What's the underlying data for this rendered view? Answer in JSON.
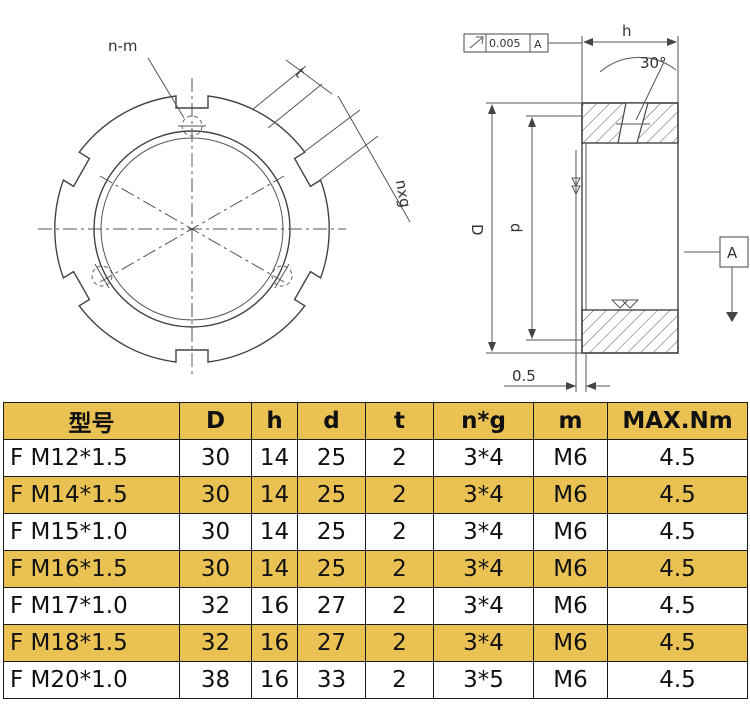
{
  "drawing": {
    "labels": {
      "n_m": "n-m",
      "t": "t",
      "nxg": "nxg",
      "h": "h",
      "angle": "30°",
      "tolerance_value": "0.005",
      "datum_ref": "A",
      "D": "D",
      "d": "d",
      "datum": "A",
      "offset": "0.5"
    }
  },
  "table": {
    "headers": [
      "型号",
      "D",
      "h",
      "d",
      "t",
      "n*g",
      "m",
      "MAX.Nm"
    ],
    "rows": [
      [
        "F M12*1.5",
        "30",
        "14",
        "25",
        "2",
        "3*4",
        "M6",
        "4.5"
      ],
      [
        "F M14*1.5",
        "30",
        "14",
        "25",
        "2",
        "3*4",
        "M6",
        "4.5"
      ],
      [
        "F M15*1.0",
        "30",
        "14",
        "25",
        "2",
        "3*4",
        "M6",
        "4.5"
      ],
      [
        "F M16*1.5",
        "30",
        "14",
        "25",
        "2",
        "3*4",
        "M6",
        "4.5"
      ],
      [
        "F M17*1.0",
        "32",
        "16",
        "27",
        "2",
        "3*4",
        "M6",
        "4.5"
      ],
      [
        "F M18*1.5",
        "32",
        "16",
        "27",
        "2",
        "3*4",
        "M6",
        "4.5"
      ],
      [
        "F M20*1.0",
        "38",
        "16",
        "33",
        "2",
        "3*5",
        "M6",
        "4.5"
      ]
    ],
    "highlight_color": "#e9c253"
  }
}
